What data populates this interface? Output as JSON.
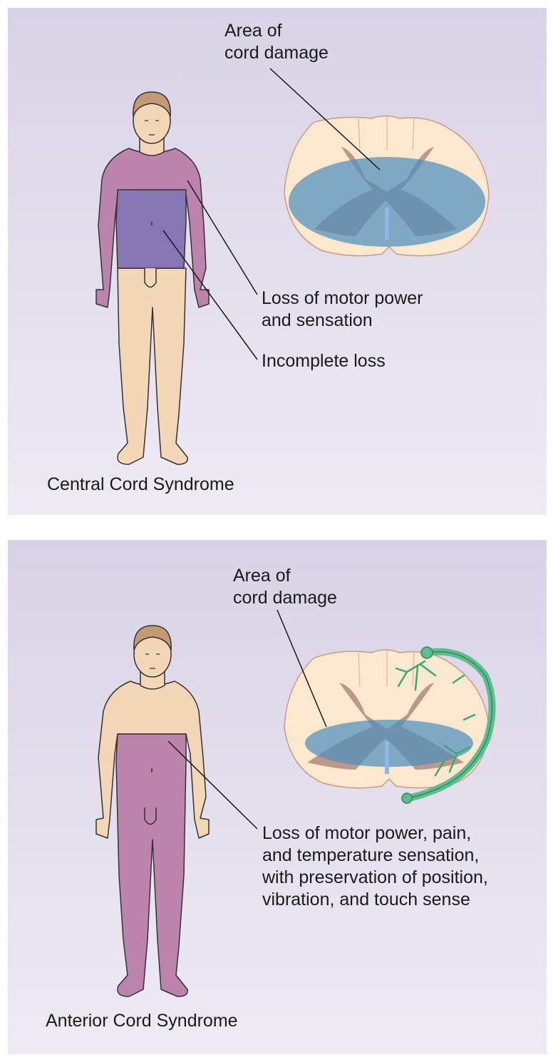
{
  "panels": [
    {
      "title": "Central Cord Syndrome",
      "labels": {
        "area_damage": "Area of\ncord damage",
        "motor_loss": "Loss of motor power\nand sensation",
        "incomplete_loss": "Incomplete loss"
      }
    },
    {
      "title": "Anterior Cord Syndrome",
      "labels": {
        "area_damage": "Area of\ncord damage",
        "motor_loss": "Loss of motor power, pain,\nand temperature sensation,\nwith preservation of position,\nvibration, and touch sense"
      }
    }
  ],
  "colors": {
    "background_top": "#d9d2e6",
    "background_bottom": "#eeeaf3",
    "skin": "#f3d6b6",
    "hair": "#c49a74",
    "total_loss": "#bc84ad",
    "incomplete_loss": "#8676b4",
    "cord_white_matter": "#fbe8cf",
    "cord_grey_matter": "#bb9888",
    "damage_area": "#4f8fbd",
    "artery": "#5dbd8f"
  }
}
